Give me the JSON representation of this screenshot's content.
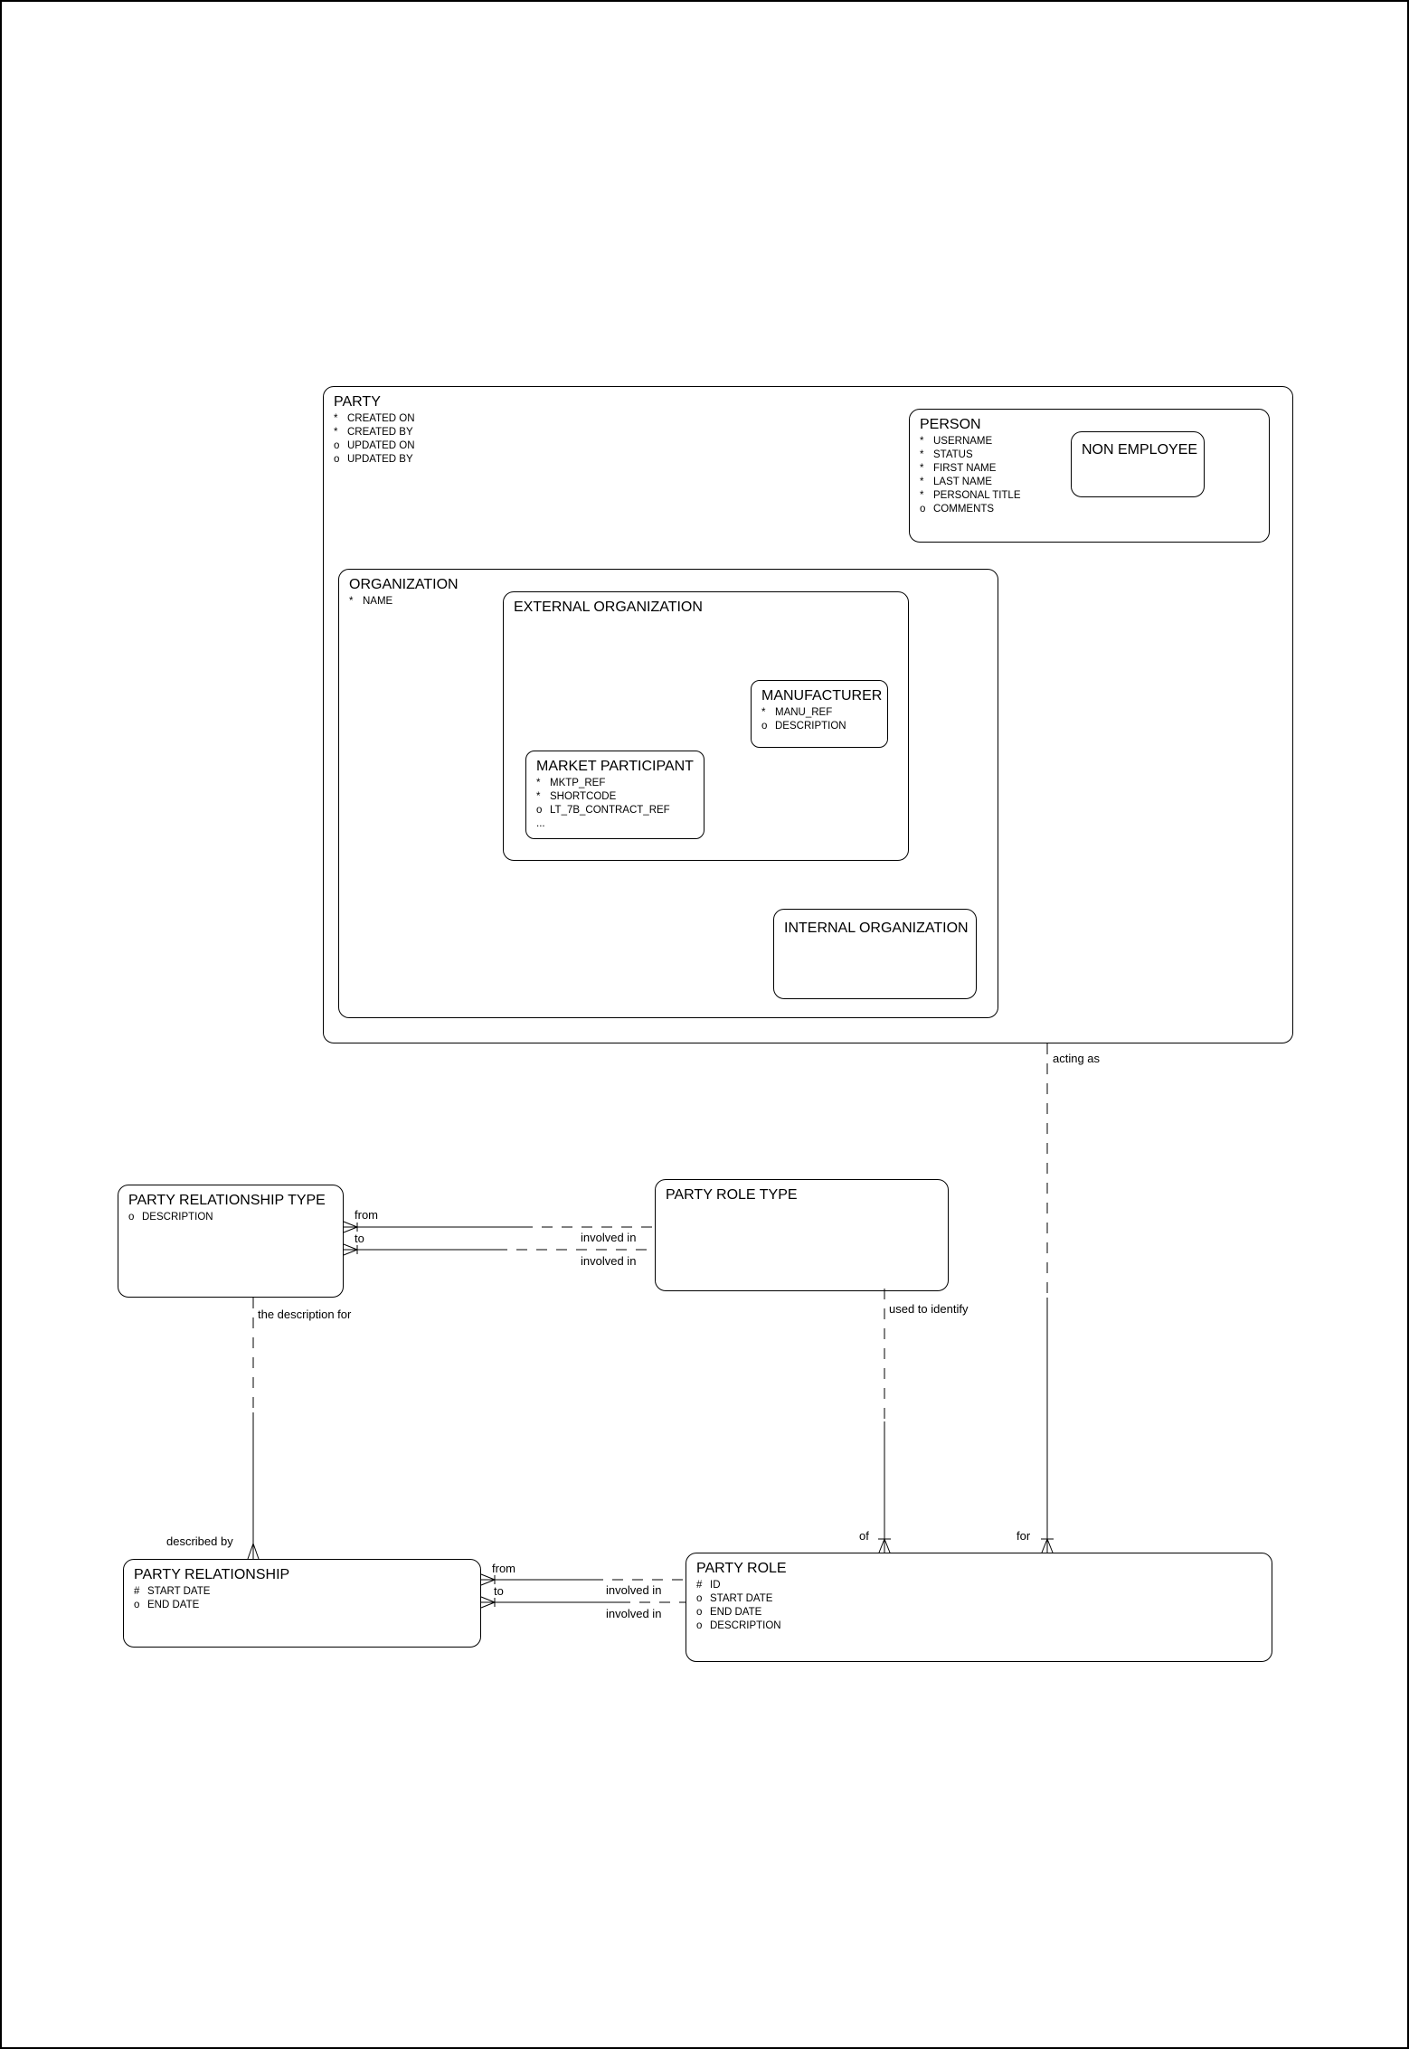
{
  "diagram": {
    "colors": {
      "line": "#000000",
      "background": "#ffffff"
    },
    "entities": {
      "party": {
        "title": "PARTY",
        "attrs": [
          {
            "p": "*",
            "n": "CREATED ON"
          },
          {
            "p": "*",
            "n": "CREATED BY"
          },
          {
            "p": "o",
            "n": "UPDATED ON"
          },
          {
            "p": "o",
            "n": "UPDATED BY"
          }
        ]
      },
      "person": {
        "title": "PERSON",
        "attrs": [
          {
            "p": "*",
            "n": "USERNAME"
          },
          {
            "p": "*",
            "n": "STATUS"
          },
          {
            "p": "*",
            "n": "FIRST NAME"
          },
          {
            "p": "*",
            "n": "LAST NAME"
          },
          {
            "p": "*",
            "n": "PERSONAL TITLE"
          },
          {
            "p": "o",
            "n": "COMMENTS"
          }
        ]
      },
      "non_employee": {
        "title": "NON EMPLOYEE"
      },
      "organization": {
        "title": "ORGANIZATION",
        "attrs": [
          {
            "p": "*",
            "n": "NAME"
          }
        ]
      },
      "external_organization": {
        "title": "EXTERNAL ORGANIZATION"
      },
      "manufacturer": {
        "title": "MANUFACTURER",
        "attrs": [
          {
            "p": "*",
            "n": "MANU_REF"
          },
          {
            "p": "o",
            "n": "DESCRIPTION"
          }
        ]
      },
      "market_participant": {
        "title": "MARKET PARTICIPANT",
        "attrs": [
          {
            "p": "*",
            "n": "MKTP_REF"
          },
          {
            "p": "*",
            "n": "SHORTCODE"
          },
          {
            "p": "o",
            "n": "LT_7B_CONTRACT_REF"
          },
          {
            "p": "...",
            "n": ""
          }
        ]
      },
      "internal_organization": {
        "title": "INTERNAL ORGANIZATION"
      },
      "party_relationship_type": {
        "title": "PARTY RELATIONSHIP TYPE",
        "attrs": [
          {
            "p": "o",
            "n": "DESCRIPTION"
          }
        ]
      },
      "party_role_type": {
        "title": "PARTY ROLE TYPE"
      },
      "party_relationship": {
        "title": "PARTY RELATIONSHIP",
        "attrs": [
          {
            "p": "#",
            "n": "START DATE"
          },
          {
            "p": "o",
            "n": "END DATE"
          }
        ]
      },
      "party_role": {
        "title": "PARTY ROLE",
        "attrs": [
          {
            "p": "#",
            "n": "ID"
          },
          {
            "p": "o",
            "n": "START DATE"
          },
          {
            "p": "o",
            "n": "END DATE"
          },
          {
            "p": "o",
            "n": "DESCRIPTION"
          }
        ]
      }
    },
    "labels": {
      "acting_as": "acting as",
      "from_type": "from",
      "to_type": "to",
      "involved_in_type_1": "involved in",
      "involved_in_type_2": "involved in",
      "the_description_for": "the description for",
      "used_to_identify": "used to identify",
      "described_by": "described by",
      "of": "of",
      "for": "for",
      "from_rel": "from",
      "to_rel": "to",
      "involved_in_rel_1": "involved in",
      "involved_in_rel_2": "involved in"
    }
  }
}
